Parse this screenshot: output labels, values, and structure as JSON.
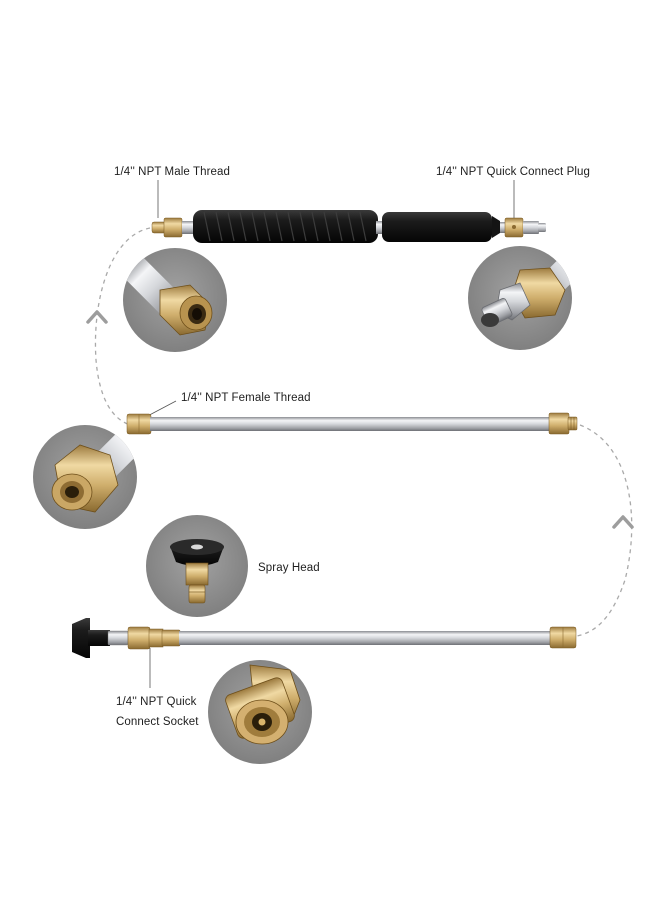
{
  "labels": {
    "male_thread": "1/4'' NPT Male Thread",
    "quick_connect_plug": "1/4'' NPT Quick Connect Plug",
    "female_thread": "1/4'' NPT Female Thread",
    "spray_head": "Spray Head",
    "quick_connect_socket_line1": "1/4'' NPT Quick",
    "quick_connect_socket_line2": "Connect Socket"
  },
  "colors": {
    "background": "#ffffff",
    "circle_gray": "#8e8e8e",
    "brass": "#c9a86a",
    "rubber": "#1a1a1a",
    "chrome": "#c9cbd0",
    "dashed_path": "#aaaaaa"
  }
}
